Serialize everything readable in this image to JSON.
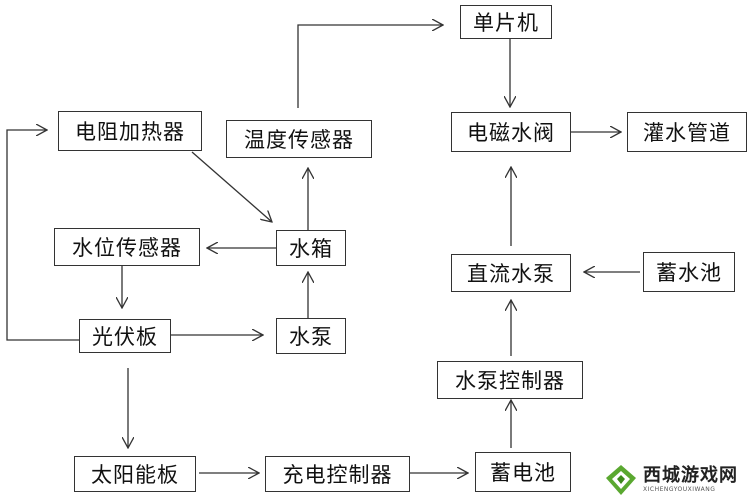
{
  "nodes": {
    "mcu": "单片机",
    "heater": "电阻加热器",
    "temp_sensor": "温度传感器",
    "solenoid_valve": "电磁水阀",
    "irrigation_pipe": "灌水管道",
    "level_sensor": "水位传感器",
    "water_tank": "水箱",
    "dc_pump": "直流水泵",
    "reservoir": "蓄水池",
    "pv_panel": "光伏板",
    "water_pump": "水泵",
    "pump_controller": "水泵控制器",
    "solar_panel": "太阳能板",
    "charge_controller": "充电控制器",
    "battery": "蓄电池"
  },
  "watermark": {
    "name": "西城游戏网",
    "sub": "XICHENGYOUXIWANG"
  },
  "colors": {
    "line": "#333333",
    "logo_green": "#5aa830"
  }
}
